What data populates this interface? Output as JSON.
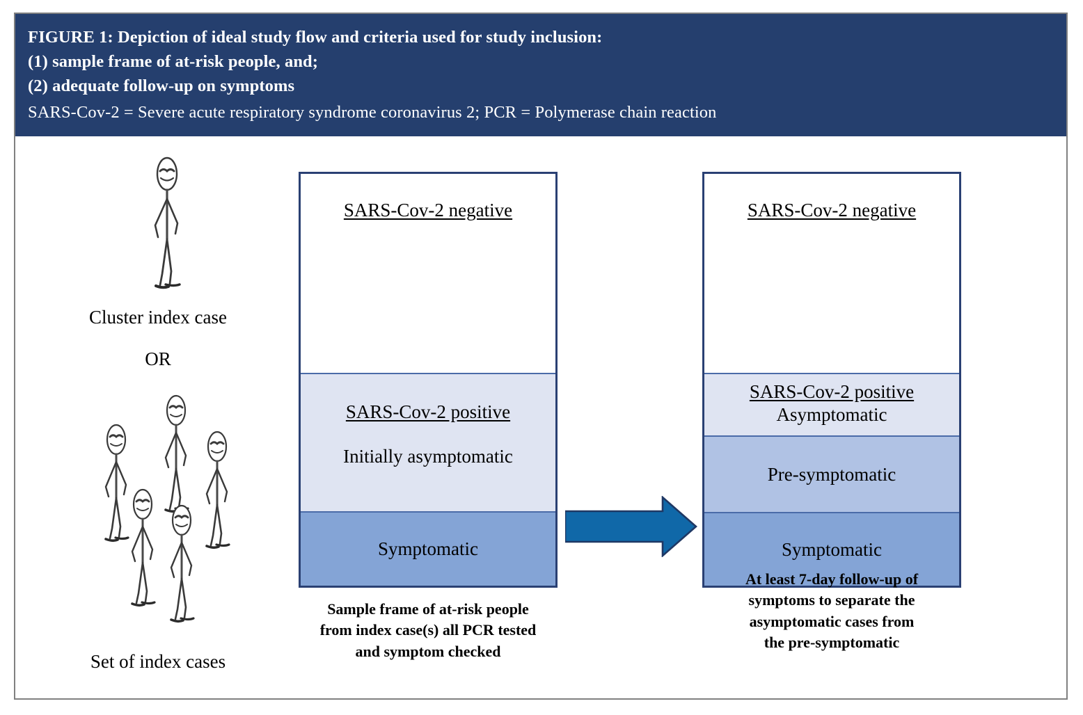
{
  "figure": {
    "header": {
      "line1": "FIGURE 1: Depiction of ideal study flow and criteria used for study inclusion:",
      "line2": "(1) sample frame of at-risk people, and;",
      "line3": "(2) adequate follow-up on symptoms",
      "abbreviations": "SARS-Cov-2 = Severe acute respiratory syndrome coronavirus 2; PCR = Polymerase chain reaction",
      "background_color": "#253f6e",
      "text_color": "#ffffff"
    },
    "left_column": {
      "single_figure_icon": "stick-person-icon",
      "single_case_label": "Cluster index case",
      "or_label": "OR",
      "group_figure_icon": "stick-people-group-icon",
      "group_case_label": "Set of index cases"
    },
    "pretest_box": {
      "bands": [
        {
          "label": "SARS-Cov-2 negative",
          "sub": "",
          "fill": "#ffffff",
          "underlined": true
        },
        {
          "label": "SARS-Cov-2 positive",
          "sub": "Initially asymptomatic",
          "fill": "#dfe4f2",
          "underlined": true
        },
        {
          "label": "Symptomatic",
          "sub": "",
          "fill": "#84a4d6",
          "underlined": false
        }
      ],
      "caption_lines": [
        "Sample frame of at-risk people",
        "from index case(s) all PCR tested",
        "and symptom checked"
      ]
    },
    "posttest_box": {
      "bands": [
        {
          "label": "SARS-Cov-2 negative",
          "sub": "",
          "fill": "#ffffff",
          "underlined": true
        },
        {
          "label": "SARS-Cov-2 positive",
          "sub": "Asymptomatic",
          "fill": "#dfe4f2",
          "underlined": true
        },
        {
          "label": "Pre-symptomatic",
          "sub": "",
          "fill": "#b0c2e4",
          "underlined": false
        },
        {
          "label": "Symptomatic",
          "sub": "",
          "fill": "#84a4d6",
          "underlined": false
        }
      ],
      "caption_lines": [
        "At least 7-day follow-up of",
        "symptoms to separate the",
        "asymptomatic cases from",
        "the pre-symptomatic"
      ]
    },
    "arrow": {
      "icon": "right-block-arrow-icon",
      "fill": "#1068a8",
      "stroke": "#1f3864"
    },
    "colors": {
      "frame_border": "#808080",
      "box_border": "#2a4073",
      "band_divider": "#4a6ba8"
    }
  }
}
